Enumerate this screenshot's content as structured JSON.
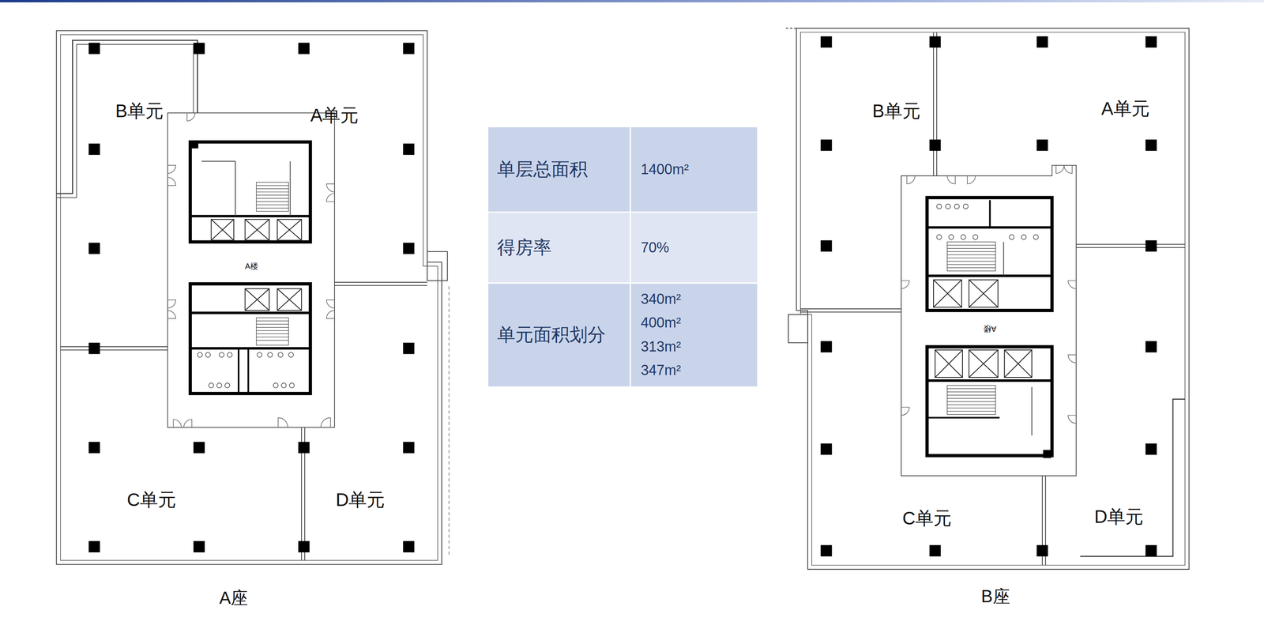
{
  "diagram": {
    "nodes": [
      {
        "text": [
          "A座"
        ]
      },
      {
        "text": [
          "B单元"
        ],
        "in": 0
      },
      {
        "text": [
          "A单元"
        ],
        "in": 0
      },
      {
        "text": [
          "C单元"
        ],
        "in": 0
      },
      {
        "text": [
          "D单元"
        ],
        "in": 0
      },
      {
        "text": [
          "B座"
        ]
      },
      {
        "text": [
          "B单元"
        ],
        "in": 5
      },
      {
        "text": [
          "A单元"
        ],
        "in": 5
      },
      {
        "text": [
          "C单元"
        ],
        "in": 5
      },
      {
        "text": [
          "D单元"
        ],
        "in": 5
      }
    ],
    "labels": [
      "A楼",
      "单层总面积",
      "1400m²",
      "得房率",
      "70%",
      "单元面积划分",
      "340m²",
      "400m²",
      "313m²",
      "347m²",
      "A楼"
    ]
  }
}
